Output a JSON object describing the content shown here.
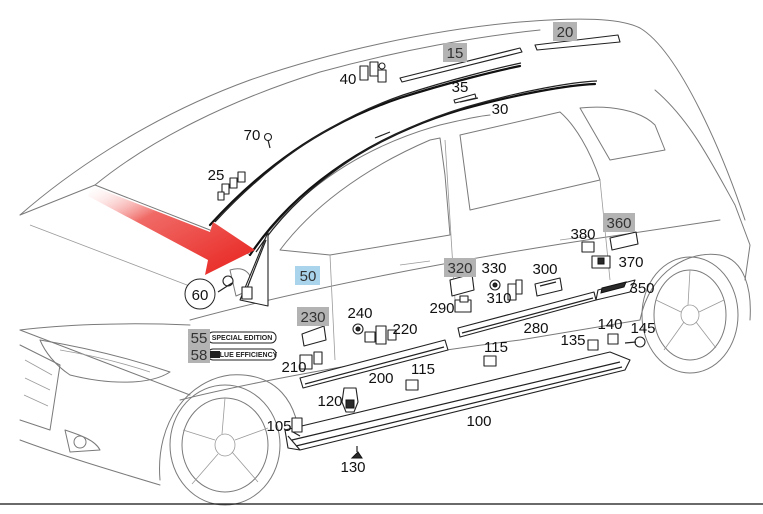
{
  "callouts": {
    "c15": "15",
    "c20": "20",
    "c25": "25",
    "c30": "30",
    "c35": "35",
    "c40": "40",
    "c50": "50",
    "c55": "55",
    "c58": "58",
    "c60": "60",
    "c70": "70",
    "c100": "100",
    "c105": "105",
    "c115a": "115",
    "c115b": "115",
    "c120": "120",
    "c130": "130",
    "c135": "135",
    "c140": "140",
    "c145": "145",
    "c200": "200",
    "c210": "210",
    "c220": "220",
    "c230": "230",
    "c240": "240",
    "c280": "280",
    "c290": "290",
    "c300": "300",
    "c310": "310",
    "c320": "320",
    "c330": "330",
    "c350": "350",
    "c360": "360",
    "c370": "370",
    "c380": "380"
  },
  "badges": {
    "special_edition": "SPECIAL EDITION",
    "blue_efficiency": "BLUE EFFICIENCY"
  },
  "colors": {
    "highlight_gray": "#b3b3b3",
    "highlight_blue": "#a9d4ec",
    "pointer_arrow": "#e8211d"
  }
}
